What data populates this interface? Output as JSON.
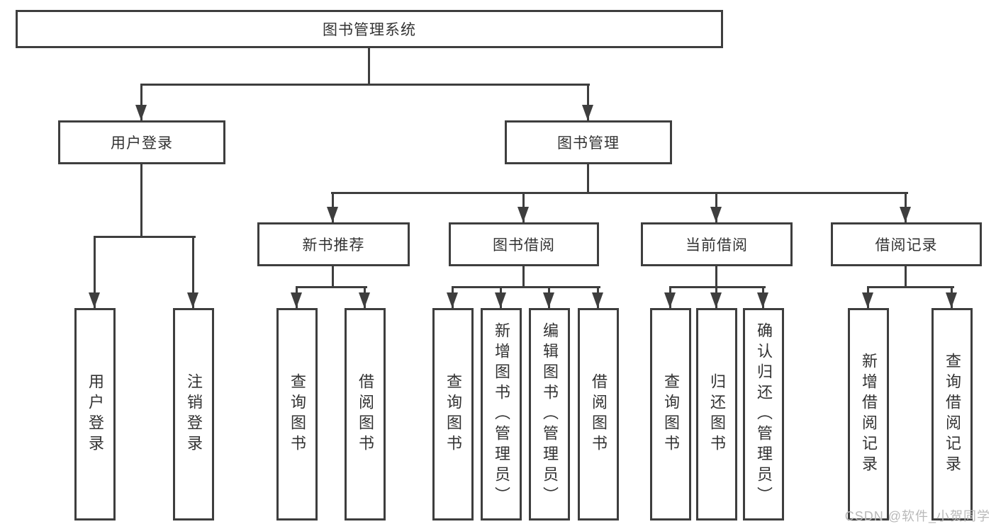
{
  "diagram": {
    "root": {
      "label": "图书管理系统"
    },
    "user_login": {
      "label": "用户登录",
      "leaves": [
        "用户登录",
        "注销登录"
      ]
    },
    "book_mgmt": {
      "label": "图书管理",
      "sections": {
        "new_books": {
          "label": "新书推荐",
          "leaves": [
            "查询图书",
            "借阅图书"
          ]
        },
        "borrowing": {
          "label": "图书借阅",
          "leaves": [
            "查询图书",
            "新增图书（管理员）",
            "编辑图书（管理员）",
            "借阅图书"
          ]
        },
        "current": {
          "label": "当前借阅",
          "leaves": [
            "查询图书",
            "归还图书",
            "确认归还（管理员）"
          ]
        },
        "records": {
          "label": "借阅记录",
          "leaves": [
            "新增借阅记录",
            "查询借阅记录"
          ]
        }
      }
    },
    "watermark": "CSDN @软件_小贺同学",
    "colors": {
      "line": "#3e3e3e",
      "text": "#333333",
      "watermark": "#b9b9b9",
      "background": "#ffffff"
    }
  }
}
